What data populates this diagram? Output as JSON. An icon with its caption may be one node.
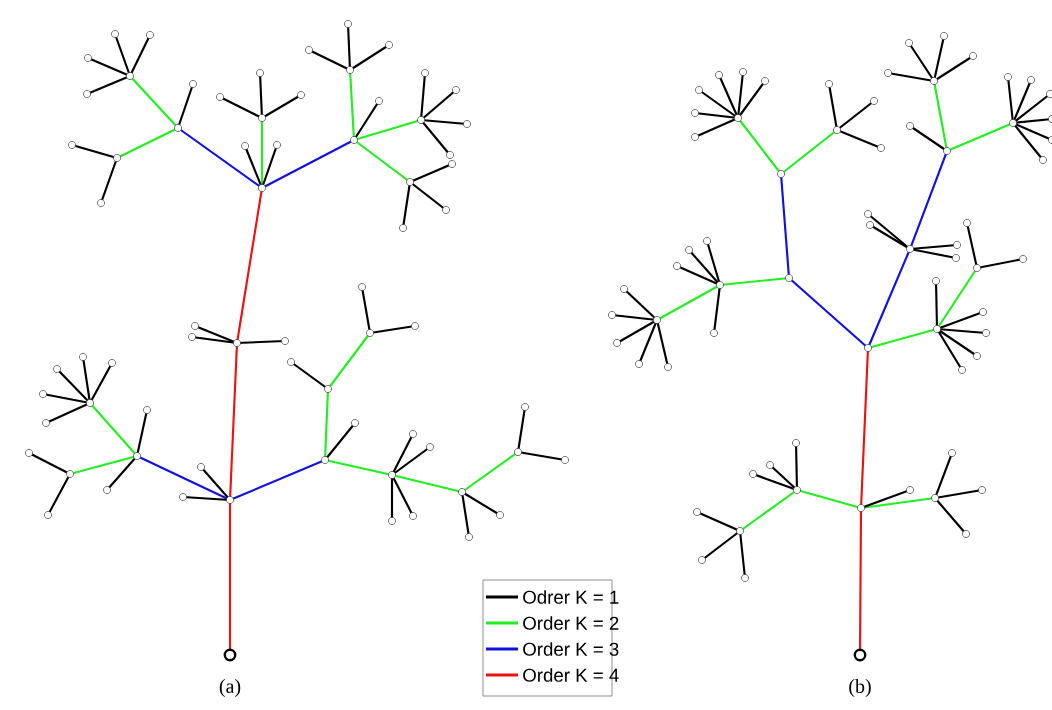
{
  "diagram": {
    "labels": [
      "(a)",
      "(b)"
    ],
    "legend": [
      {
        "text": "Odrer K = 1",
        "color": "#000000"
      },
      {
        "text": "Order K = 2",
        "color": "#22ee22"
      },
      {
        "text": "Order K = 3",
        "color": "#1010e0"
      },
      {
        "text": "Order K = 4",
        "color": "#ee1111"
      }
    ]
  }
}
